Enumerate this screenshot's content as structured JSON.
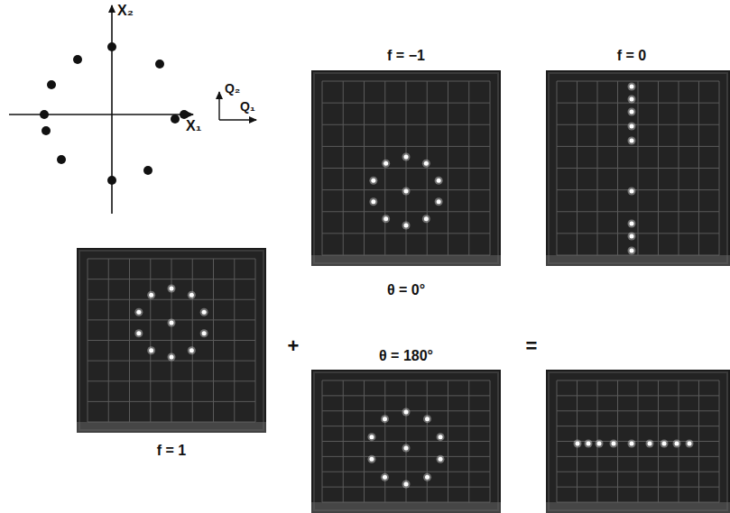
{
  "diagram": {
    "labels": [
      "X₂",
      "X₁",
      "Q₂",
      "Q₁",
      "f = −1",
      "f = 0",
      "θ = 0°",
      "θ = 180°",
      "f = 1",
      "+",
      "="
    ]
  }
}
